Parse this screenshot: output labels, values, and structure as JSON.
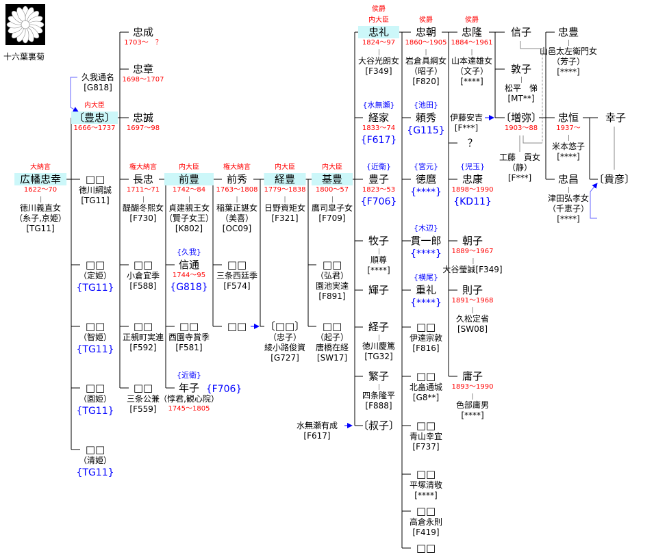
{
  "crest_caption": "十六葉裏菊",
  "colors": {
    "highlight": "#ccf7f9",
    "rank": "#ff0000",
    "family": "#0000ff",
    "line": "#000000"
  },
  "nodes": [
    {
      "name": "広幡忠幸",
      "hl": true,
      "above": [
        {
          "t": "rank",
          "text": "大納言"
        }
      ],
      "below": [
        {
          "t": "yrs",
          "text": "1622〜70"
        },
        {
          "t": "tick"
        },
        {
          "t": "sp",
          "text": "徳川義直女"
        },
        {
          "t": "sp",
          "text": "（糸子,京姫）"
        },
        {
          "t": "sp",
          "text": "[TG11]"
        }
      ]
    },
    {
      "name": "久我通名",
      "sm": true,
      "below": [
        {
          "t": "sp",
          "text": "[G818]"
        }
      ]
    },
    {
      "name": "〔豊忠〕",
      "hl": true,
      "above": [
        {
          "t": "rank",
          "text": "内大臣"
        }
      ],
      "below": [
        {
          "t": "yrs",
          "text": "1666〜1737"
        }
      ]
    },
    {
      "name": "□□",
      "below": [
        {
          "t": "sp",
          "text": "徳川綱誠"
        },
        {
          "t": "sp",
          "text": "[TG11]"
        }
      ]
    },
    {
      "name": "□□",
      "below": [
        {
          "t": "sp",
          "text": "（定姫）"
        },
        {
          "t": "blue",
          "text": "{TG11}"
        }
      ]
    },
    {
      "name": "□□",
      "below": [
        {
          "t": "sp",
          "text": "（智姫）"
        },
        {
          "t": "blue",
          "text": "{TG11}"
        }
      ]
    },
    {
      "name": "□□",
      "below": [
        {
          "t": "sp",
          "text": "（園姫）"
        },
        {
          "t": "blue",
          "text": "{TG11}"
        }
      ]
    },
    {
      "name": "□□",
      "below": [
        {
          "t": "sp",
          "text": "（清姫）"
        },
        {
          "t": "blue",
          "text": "{TG11}"
        }
      ]
    },
    {
      "name": "忠成",
      "below": [
        {
          "t": "yrs",
          "text": "1703〜　？"
        }
      ]
    },
    {
      "name": "忠章",
      "below": [
        {
          "t": "yrs",
          "text": "1698〜1707"
        }
      ]
    },
    {
      "name": "忠誠",
      "below": [
        {
          "t": "yrs",
          "text": "1697〜98"
        }
      ]
    },
    {
      "name": "長忠",
      "above": [
        {
          "t": "rank",
          "text": "権大納言"
        }
      ],
      "below": [
        {
          "t": "yrs",
          "text": "1711〜71"
        },
        {
          "t": "tick"
        },
        {
          "t": "sp",
          "text": "醍醐冬熙女"
        },
        {
          "t": "sp",
          "text": "[F730]"
        }
      ]
    },
    {
      "name": "□□",
      "below": [
        {
          "t": "sp",
          "text": "小倉宜季"
        },
        {
          "t": "sp",
          "text": "[F588]"
        }
      ]
    },
    {
      "name": "□□",
      "below": [
        {
          "t": "sp",
          "text": "正親町実連"
        },
        {
          "t": "sp",
          "text": "[F592]"
        }
      ]
    },
    {
      "name": "□□",
      "below": [
        {
          "t": "sp",
          "text": "三条公兼"
        },
        {
          "t": "sp",
          "text": "[F559]"
        }
      ]
    },
    {
      "name": "前豊",
      "hl": true,
      "above": [
        {
          "t": "rank",
          "text": "内大臣"
        }
      ],
      "below": [
        {
          "t": "yrs",
          "text": "1742〜84"
        },
        {
          "t": "tick"
        },
        {
          "t": "sp",
          "text": "貞建親王女"
        },
        {
          "t": "sp",
          "text": "（賢子女王）"
        },
        {
          "t": "sp",
          "text": "[K802]"
        }
      ]
    },
    {
      "name": "信通",
      "above": [
        {
          "t": "fam",
          "text": "{久我}"
        }
      ],
      "below": [
        {
          "t": "yrs",
          "text": "1744〜95"
        },
        {
          "t": "blue",
          "text": "{G818}"
        }
      ]
    },
    {
      "name": "□□",
      "below": [
        {
          "t": "sp",
          "text": "西園寺賞季"
        },
        {
          "t": "sp",
          "text": "[F581]"
        }
      ]
    },
    {
      "name": "年子",
      "above": [
        {
          "t": "fam",
          "text": "{近衛}"
        }
      ],
      "below": [
        {
          "t": "sp",
          "text": "（惇君,観心院）"
        },
        {
          "t": "yrs",
          "text": "1745〜1805"
        }
      ]
    },
    {
      "name": "{F706}",
      "blueName": true
    },
    {
      "name": "前秀",
      "above": [
        {
          "t": "rank",
          "text": "権大納言"
        }
      ],
      "below": [
        {
          "t": "yrs",
          "text": "1763〜1808"
        },
        {
          "t": "tick"
        },
        {
          "t": "sp",
          "text": "稲葉正諶女"
        },
        {
          "t": "sp",
          "text": "（美喜）"
        },
        {
          "t": "sp",
          "text": "[OC09]"
        }
      ]
    },
    {
      "name": "□□",
      "below": [
        {
          "t": "sp",
          "text": "三条西廷季"
        },
        {
          "t": "sp",
          "text": "[F574]"
        }
      ]
    },
    {
      "name": "□□"
    },
    {
      "name": "経豊",
      "hl": true,
      "above": [
        {
          "t": "rank",
          "text": "内大臣"
        }
      ],
      "below": [
        {
          "t": "yrs",
          "text": "1779〜1838"
        },
        {
          "t": "tick"
        },
        {
          "t": "sp",
          "text": "日野資矩女"
        },
        {
          "t": "sp",
          "text": "[F321]"
        }
      ]
    },
    {
      "name": "〔□□〕",
      "below": [
        {
          "t": "sp",
          "text": "（忠子）"
        },
        {
          "t": "sp",
          "text": "綾小路俊資"
        },
        {
          "t": "sp",
          "text": "[G727]"
        }
      ]
    },
    {
      "name": "基豊",
      "hl": true,
      "above": [
        {
          "t": "rank",
          "text": "内大臣"
        }
      ],
      "below": [
        {
          "t": "yrs",
          "text": "1800〜57"
        },
        {
          "t": "tick"
        },
        {
          "t": "sp",
          "text": "鷹司皐子女"
        },
        {
          "t": "sp",
          "text": "[F709]"
        }
      ]
    },
    {
      "name": "□□",
      "below": [
        {
          "t": "sp",
          "text": "（弘君）"
        },
        {
          "t": "sp",
          "text": "園池実達"
        },
        {
          "t": "sp",
          "text": "[F891]"
        }
      ]
    },
    {
      "name": "□□",
      "below": [
        {
          "t": "sp",
          "text": "（起子）"
        },
        {
          "t": "sp",
          "text": "唐橋在経"
        },
        {
          "t": "sp",
          "text": "[SW17]"
        }
      ]
    },
    {
      "name": "忠礼",
      "hl": true,
      "above": [
        {
          "t": "rank",
          "text": "侯爵"
        },
        {
          "t": "rank",
          "text": "内大臣"
        }
      ],
      "below": [
        {
          "t": "yrs",
          "text": "1824〜97"
        },
        {
          "t": "tick"
        },
        {
          "t": "sp",
          "text": "大谷光朗女"
        },
        {
          "t": "sp",
          "text": "[F349]"
        }
      ]
    },
    {
      "name": "経家",
      "above": [
        {
          "t": "fam",
          "text": "{水無瀬}"
        }
      ],
      "below": [
        {
          "t": "yrs",
          "text": "1833〜74"
        },
        {
          "t": "blue",
          "text": "{F617}"
        }
      ]
    },
    {
      "name": "豊子",
      "above": [
        {
          "t": "fam",
          "text": "{近衛}"
        }
      ],
      "below": [
        {
          "t": "yrs",
          "text": "1823〜53"
        },
        {
          "t": "blue",
          "text": "{F706}"
        }
      ]
    },
    {
      "name": "牧子",
      "below": [
        {
          "t": "tick"
        },
        {
          "t": "sp",
          "text": "順尊"
        },
        {
          "t": "sp",
          "text": "[****]"
        }
      ]
    },
    {
      "name": "輝子"
    },
    {
      "name": "経子",
      "below": [
        {
          "t": "tick"
        },
        {
          "t": "sp",
          "text": "徳川慶篤"
        },
        {
          "t": "sp",
          "text": "[TG32]"
        }
      ]
    },
    {
      "name": "繁子",
      "below": [
        {
          "t": "tick"
        },
        {
          "t": "sp",
          "text": "四条隆平"
        },
        {
          "t": "sp",
          "text": "[F888]"
        }
      ]
    },
    {
      "name": "〔叔子〕"
    },
    {
      "name": "水無瀬有成",
      "sm": true,
      "below": [
        {
          "t": "sp",
          "text": "[F617]"
        }
      ]
    },
    {
      "name": "忠朝",
      "above": [
        {
          "t": "rank",
          "text": "侯爵"
        }
      ],
      "below": [
        {
          "t": "yrs",
          "text": "1860〜1905"
        },
        {
          "t": "tick"
        },
        {
          "t": "sp",
          "text": "岩倉具綱女"
        },
        {
          "t": "sp",
          "text": "（昭子）"
        },
        {
          "t": "sp",
          "text": "[F820]"
        }
      ]
    },
    {
      "name": "頼秀",
      "above": [
        {
          "t": "fam",
          "text": "{池田}"
        }
      ],
      "below": [
        {
          "t": "blue",
          "text": "{G115}"
        }
      ]
    },
    {
      "name": "徳麿",
      "above": [
        {
          "t": "fam",
          "text": "{宮元}"
        }
      ],
      "below": [
        {
          "t": "blue",
          "text": "{****}"
        }
      ]
    },
    {
      "name": "貫一郎",
      "above": [
        {
          "t": "fam",
          "text": "{木辺}"
        }
      ],
      "below": [
        {
          "t": "blue",
          "text": "{****}"
        }
      ]
    },
    {
      "name": "重礼",
      "above": [
        {
          "t": "fam",
          "text": "{横尾}"
        }
      ],
      "below": [
        {
          "t": "blue",
          "text": "{****}"
        }
      ]
    },
    {
      "name": "□□",
      "below": [
        {
          "t": "sp",
          "text": "伊達宗敦"
        },
        {
          "t": "sp",
          "text": "[F816]"
        }
      ]
    },
    {
      "name": "□□",
      "below": [
        {
          "t": "sp",
          "text": "北畠通城"
        },
        {
          "t": "sp",
          "text": "[G8**]"
        }
      ]
    },
    {
      "name": "□□",
      "below": [
        {
          "t": "sp",
          "text": "青山幸宜"
        },
        {
          "t": "sp",
          "text": "[F737]"
        }
      ]
    },
    {
      "name": "□□",
      "below": [
        {
          "t": "sp",
          "text": "平塚清敬"
        },
        {
          "t": "sp",
          "text": "[****]"
        }
      ]
    },
    {
      "name": "□□",
      "below": [
        {
          "t": "sp",
          "text": "高倉永則"
        },
        {
          "t": "sp",
          "text": "[F419]"
        }
      ]
    },
    {
      "name": "□□"
    },
    {
      "name": "忠隆",
      "above": [
        {
          "t": "rank",
          "text": "侯爵"
        }
      ],
      "below": [
        {
          "t": "yrs",
          "text": "1884〜1961"
        },
        {
          "t": "tick"
        },
        {
          "t": "sp",
          "text": "山本達雄女"
        },
        {
          "t": "sp",
          "text": "（文子）"
        },
        {
          "t": "sp",
          "text": "[****]"
        }
      ]
    },
    {
      "name": "伊藤安吉",
      "sm": true,
      "below": [
        {
          "t": "sp",
          "text": "[F***]"
        }
      ]
    },
    {
      "name": "？"
    },
    {
      "name": "忠康",
      "above": [
        {
          "t": "fam",
          "text": "{児玉}"
        }
      ],
      "below": [
        {
          "t": "yrs",
          "text": "1898〜1990"
        },
        {
          "t": "blue",
          "text": "{KD11}"
        }
      ]
    },
    {
      "name": "朝子",
      "below": [
        {
          "t": "yrs",
          "text": "1889〜1967"
        },
        {
          "t": "tick"
        },
        {
          "t": "sp",
          "text": "大谷瑩誠[F349]"
        }
      ]
    },
    {
      "name": "則子",
      "below": [
        {
          "t": "yrs",
          "text": "1891〜1968"
        },
        {
          "t": "tick"
        },
        {
          "t": "sp",
          "text": "久松定省"
        },
        {
          "t": "sp",
          "text": "[SW08]"
        }
      ]
    },
    {
      "name": "庸子",
      "below": [
        {
          "t": "yrs",
          "text": "1893〜1990"
        },
        {
          "t": "tick"
        },
        {
          "t": "sp",
          "text": "色部庸男"
        },
        {
          "t": "sp",
          "text": "[****]"
        }
      ]
    },
    {
      "name": "信子"
    },
    {
      "name": "敦子",
      "below": [
        {
          "t": "tick"
        },
        {
          "t": "sp",
          "text": "松平　悌"
        },
        {
          "t": "sp",
          "text": "[MT**]"
        }
      ]
    },
    {
      "name": "〔増弥〕",
      "below": [
        {
          "t": "yrs",
          "text": "1903〜88"
        }
      ]
    },
    {
      "name": "工藤　貢女",
      "sm": true,
      "below": [
        {
          "t": "sp",
          "text": "（静）"
        },
        {
          "t": "sp",
          "text": "[F***]"
        }
      ]
    },
    {
      "name": "忠豊",
      "below": [
        {
          "t": "tick"
        },
        {
          "t": "sp",
          "text": "山邑太左衛門女"
        },
        {
          "t": "sp",
          "text": "（芳子）"
        },
        {
          "t": "sp",
          "text": "[****]"
        }
      ]
    },
    {
      "name": "忠恒",
      "below": [
        {
          "t": "yrs",
          "text": "1937〜"
        },
        {
          "t": "tick"
        },
        {
          "t": "sp",
          "text": "米本悠子"
        },
        {
          "t": "sp",
          "text": "[****]"
        }
      ]
    },
    {
      "name": "忠昌",
      "below": [
        {
          "t": "tick"
        },
        {
          "t": "sp",
          "text": "津田弘孝女"
        },
        {
          "t": "sp",
          "text": "（千恵子）"
        },
        {
          "t": "sp",
          "text": "[****]"
        }
      ]
    },
    {
      "name": "幸子"
    },
    {
      "name": "〔貴彦〕"
    }
  ]
}
